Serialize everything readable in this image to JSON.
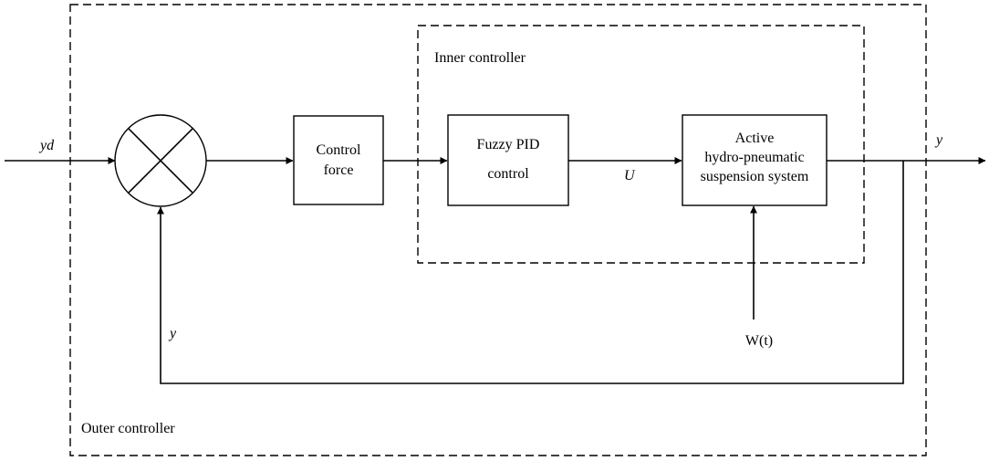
{
  "outer_controller": {
    "label": "Outer controller"
  },
  "inner_controller": {
    "label": "Inner controller"
  },
  "signals": {
    "input": "yd",
    "output": "y",
    "feedback": "y",
    "control_signal": "U",
    "disturbance": "W(t)"
  },
  "blocks": {
    "control_force": {
      "line1": "Control",
      "line2": "force"
    },
    "fuzzy_pid": {
      "line1": "Fuzzy PID",
      "line2": "control"
    },
    "suspension": {
      "line1": "Active",
      "line2": "hydro-pneumatic",
      "line3": "suspension system"
    }
  }
}
